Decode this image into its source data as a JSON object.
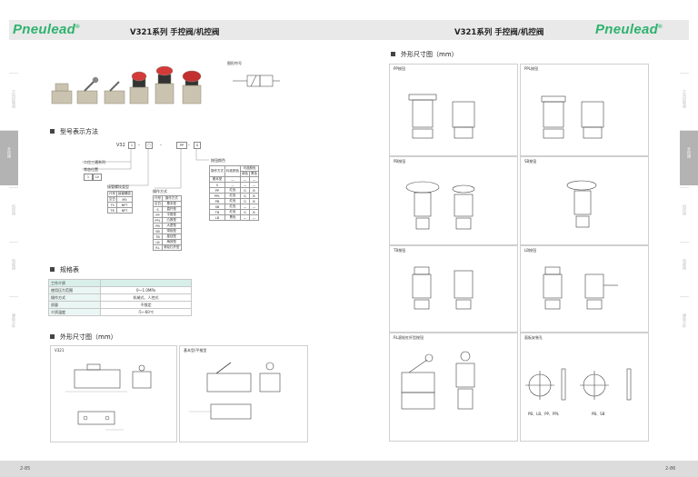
{
  "brand": "Pneulead",
  "header_title": "V321系列  手控阀/机控阀",
  "left": {
    "page_number": "2-85",
    "symbol_label": "图形符号",
    "sections": {
      "model": "型号表示方法",
      "spec": "规格表",
      "dims": "外形尺寸图（mm）"
    },
    "model_code": {
      "prefix": "V32",
      "box1": "1",
      "box2": "□",
      "box3": "PP",
      "box4": "G",
      "label_way": "二位三通系列",
      "label_position": "常态位置",
      "position_options": [
        "1",
        "LV"
      ],
      "label_thread": "接管螺纹类型",
      "thread_header": [
        "代号",
        "接管螺纹"
      ],
      "thread_rows": [
        [
          "空白",
          "M5"
        ],
        [
          "T5",
          "NPT"
        ],
        [
          "T6",
          "NPT"
        ]
      ],
      "label_operation": "操作方式",
      "operation_header": [
        "代号",
        "操作方式"
      ],
      "operation_rows": [
        [
          "空白",
          "基本型"
        ],
        [
          "S",
          "直杆型"
        ],
        [
          "PP",
          "平推型"
        ],
        [
          "PPL",
          "凸推型"
        ],
        [
          "PB",
          "大蘑型"
        ],
        [
          "SB",
          "带锁型"
        ],
        [
          "TB",
          "旋钮型"
        ],
        [
          "LB",
          "柄按型"
        ],
        [
          "RL",
          "滚轮杠杆型"
        ]
      ],
      "label_color": "按钮颜色",
      "color_header": [
        "操作方式",
        "标准颜色",
        "可选颜色"
      ],
      "color_subheader": [
        "绿色",
        "黑色"
      ],
      "color_rows": [
        [
          "基本型",
          "—",
          "—",
          "—"
        ],
        [
          "S",
          "—",
          "—",
          "—"
        ],
        [
          "PP",
          "红色",
          "G",
          "B"
        ],
        [
          "PPL",
          "红色",
          "G",
          "B"
        ],
        [
          "PB",
          "红色",
          "G",
          "B"
        ],
        [
          "SB",
          "红色",
          "—",
          "—"
        ],
        [
          "TB",
          "红色",
          "G",
          "B"
        ],
        [
          "LB",
          "黑色",
          "—",
          "—"
        ]
      ]
    },
    "spec_table": {
      "header": "工作介质",
      "rows": [
        [
          "使用压力范围",
          "0～1.0MPa"
        ],
        [
          "操作方式",
          "机械式、人控式"
        ],
        [
          "质量",
          "不限定"
        ],
        [
          "介质温度",
          "-5～60℃"
        ]
      ]
    },
    "drawings": [
      "V321",
      "基本型/平推型"
    ]
  },
  "right": {
    "page_number": "2-86",
    "section": "外形尺寸图（mm）",
    "panels": [
      "PP按钮",
      "PPL按钮",
      "PB按钮",
      "SB按钮",
      "TB按钮",
      "LB按钮",
      "RL滚轮杠杆型按钮",
      "面板安装孔"
    ],
    "mount_notes": [
      "PB、LB、PP、PPL",
      "PB、SB"
    ]
  },
  "side_tabs_left": [
    "方向控制阀",
    "手控阀",
    "机控阀",
    "电磁阀",
    "辅助元件"
  ],
  "side_tabs_right": [
    "方向控制阀",
    "手控阀",
    "机控阀",
    "电磁阀",
    "辅助元件"
  ],
  "colors": {
    "brand": "#2eb26e",
    "spec_key_bg": "#eaf6f3",
    "active_tab": "#b3b3b3"
  }
}
